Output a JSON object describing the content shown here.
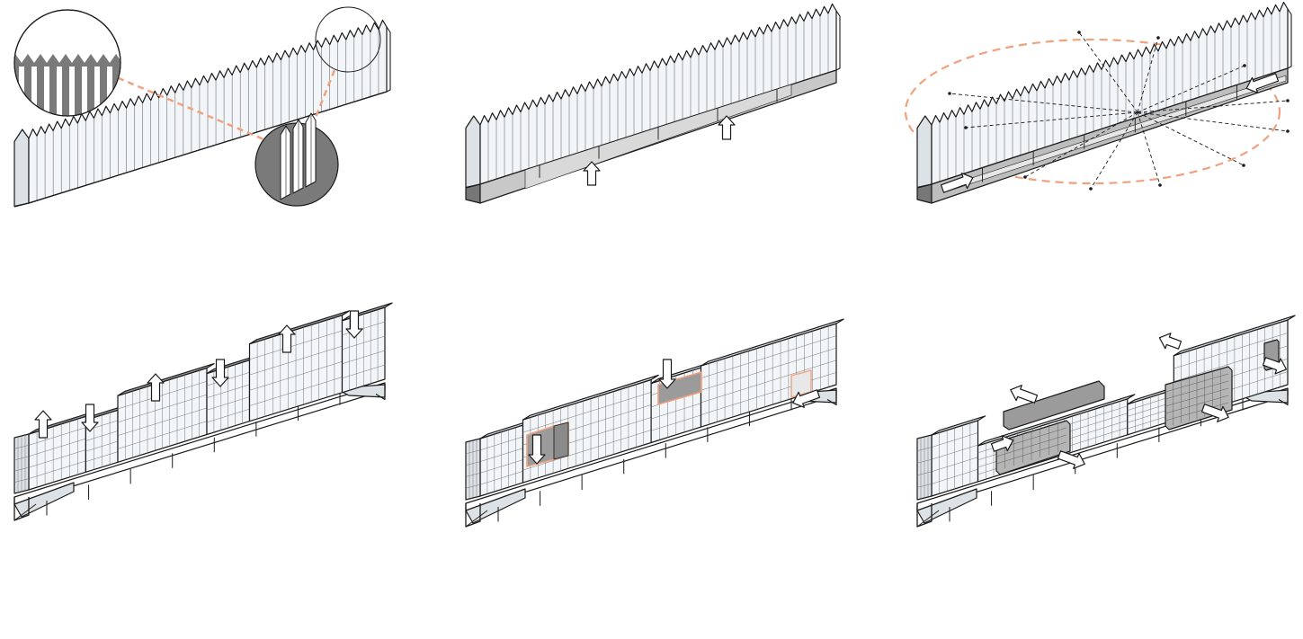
{
  "diagram": {
    "panel_count": 6,
    "panels": [
      {
        "id": "p1",
        "content": "sawtooth-roof-bar",
        "detail_callouts": 2,
        "arrows": 0
      },
      {
        "id": "p2",
        "content": "sawtooth-roof-bar-raised-on-plinth",
        "arrows": 2,
        "arrow_direction": "up"
      },
      {
        "id": "p3",
        "content": "sawtooth-roof-bar-radiating-views",
        "arrows": 2,
        "view_rays": 12
      },
      {
        "id": "p4",
        "content": "grid-volume-stepped-roof",
        "arrows": 7
      },
      {
        "id": "p5",
        "content": "grid-volume-courtyard-cuts",
        "arrows": 3
      },
      {
        "id": "p6",
        "content": "grid-volume-extruded-boxes",
        "arrows": 6
      }
    ],
    "colors": {
      "stroke": "#1a1a1a",
      "face_light": "#f3f6f9",
      "face_side": "#dde2e6",
      "shade": "#9b9b9b",
      "shade_dark": "#777777",
      "accent": "#f0a27f",
      "zoom_fill": "#7a7a7a"
    }
  }
}
